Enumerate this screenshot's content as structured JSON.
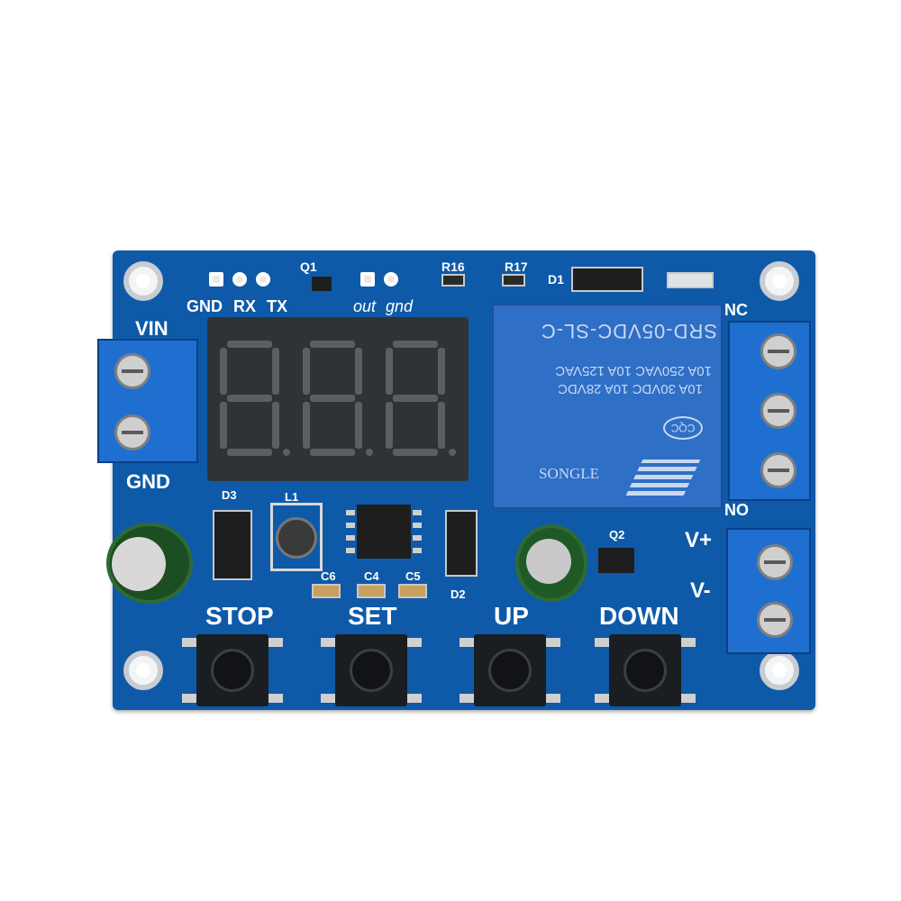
{
  "labels": {
    "vin": "VIN",
    "gnd_power": "GND",
    "header_gnd": "GND",
    "header_rx": "RX",
    "header_tx": "TX",
    "out": "out",
    "gnd_small": "gnd",
    "q1": "Q1",
    "q2": "Q2",
    "r16": "R16",
    "r17": "R17",
    "d1": "D1",
    "d2": "D2",
    "d3": "D3",
    "l1": "L1",
    "c4": "C4",
    "c5": "C5",
    "c6": "C6",
    "nc": "NC",
    "no": "NO",
    "v_plus": "V+",
    "v_minus": "V-"
  },
  "buttons": {
    "stop": "STOP",
    "set": "SET",
    "up": "UP",
    "down": "DOWN"
  },
  "relay": {
    "model": "SRD-05VDC-SL-C",
    "line1": "10A 250VAC  10A 125VAC",
    "line2": "10A 30VDC  10A 28VDC",
    "brand": "SONGLE",
    "cqc": "CQC"
  },
  "colors": {
    "pcb": "#0e5aa8",
    "terminal": "#1f6fd0",
    "relay": "#2f6fc5"
  }
}
